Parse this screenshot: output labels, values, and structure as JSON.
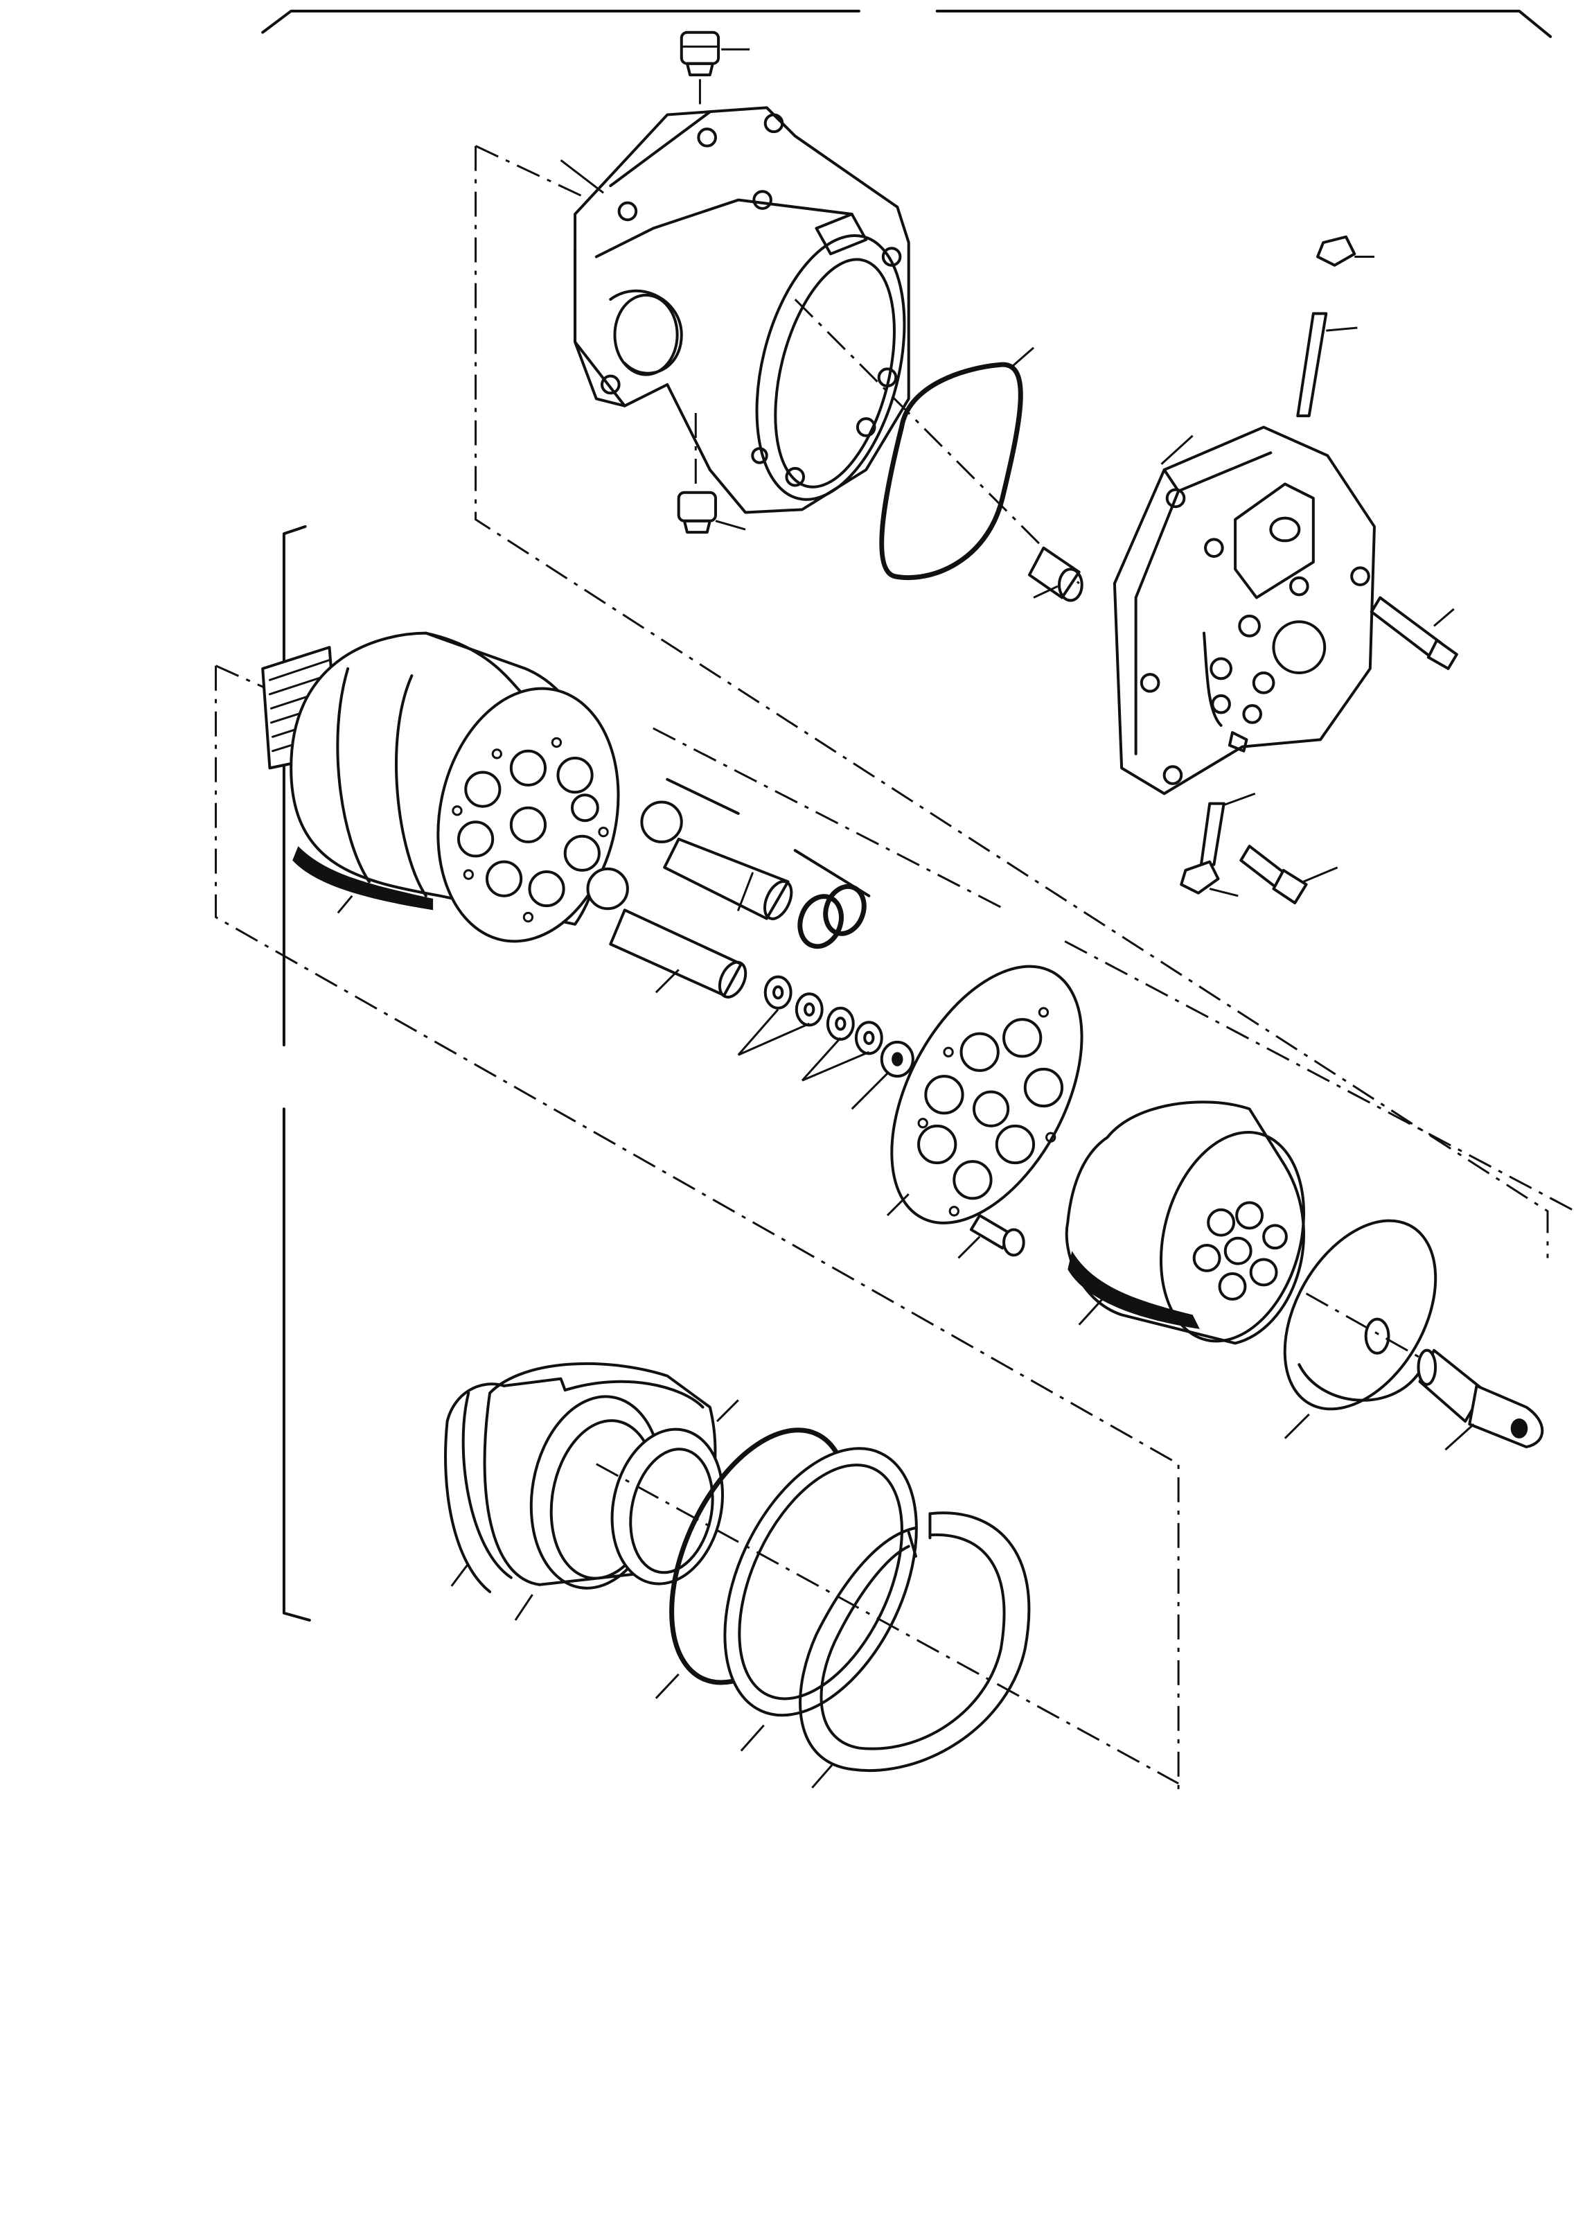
{
  "drawing": {
    "kind": "exploded-parts-view",
    "parts": [
      {
        "id": "motor-housing",
        "name": "housing-icon"
      },
      {
        "id": "housing-o-ring",
        "name": "o-ring-icon"
      },
      {
        "id": "valve-plate-cover",
        "name": "end-cover-icon"
      },
      {
        "id": "drive-shaft-cylinder",
        "name": "shaft-cylinder-icon"
      },
      {
        "id": "piston-assembly",
        "name": "piston-icon"
      },
      {
        "id": "retainer-plate",
        "name": "retainer-plate-icon"
      },
      {
        "id": "cylinder-block",
        "name": "cylinder-block-icon"
      },
      {
        "id": "valve-disc",
        "name": "valve-disc-icon"
      },
      {
        "id": "center-pin",
        "name": "center-pin-icon"
      },
      {
        "id": "bearing-carrier",
        "name": "bearing-carrier-icon"
      },
      {
        "id": "seal-rings",
        "name": "seal-ring-icon"
      }
    ],
    "callout_count": 34
  }
}
